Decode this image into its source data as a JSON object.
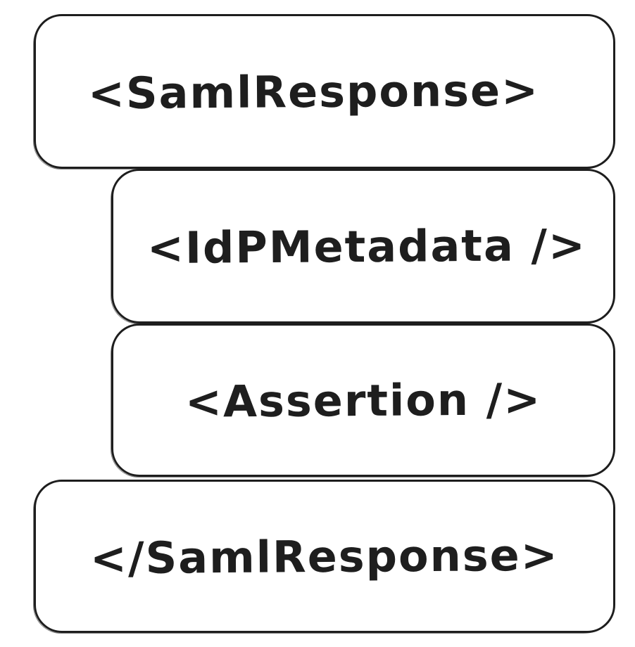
{
  "diagram": {
    "blocks": [
      {
        "label": "<SamlResponse>"
      },
      {
        "label": "<IdPMetadata />"
      },
      {
        "label": "<Assertion />"
      },
      {
        "label": "</SamlResponse>"
      }
    ]
  },
  "colors": {
    "stroke": "#1e1e1e",
    "text": "#1e1e1e",
    "background": "#ffffff"
  }
}
